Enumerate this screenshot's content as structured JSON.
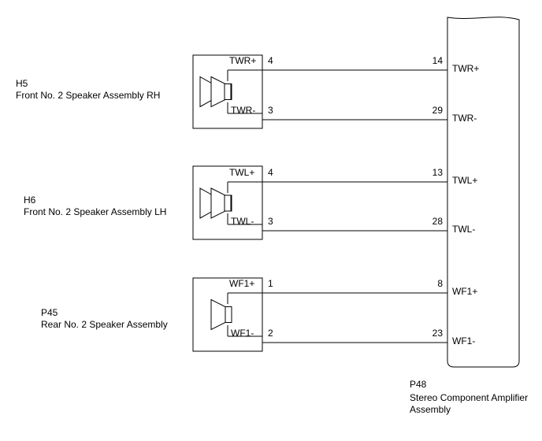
{
  "speakers": [
    {
      "code": "H5",
      "name": "Front No. 2 Speaker Assembly RH",
      "icon": "tweeter-speaker-pair-icon",
      "terminals": [
        {
          "label": "TWR+",
          "pin": "4",
          "amp_pin": "14",
          "amp_label": "TWR+"
        },
        {
          "label": "TWR-",
          "pin": "3",
          "amp_pin": "29",
          "amp_label": "TWR-"
        }
      ]
    },
    {
      "code": "H6",
      "name": "Front No. 2 Speaker Assembly LH",
      "icon": "tweeter-speaker-pair-icon",
      "terminals": [
        {
          "label": "TWL+",
          "pin": "4",
          "amp_pin": "13",
          "amp_label": "TWL+"
        },
        {
          "label": "TWL-",
          "pin": "3",
          "amp_pin": "28",
          "amp_label": "TWL-"
        }
      ]
    },
    {
      "code": "P45",
      "name": "Rear No. 2 Speaker Assembly",
      "icon": "speaker-icon",
      "terminals": [
        {
          "label": "WF1+",
          "pin": "1",
          "amp_pin": "8",
          "amp_label": "WF1+"
        },
        {
          "label": "WF1-",
          "pin": "2",
          "amp_pin": "23",
          "amp_label": "WF1-"
        }
      ]
    }
  ],
  "amplifier": {
    "code": "P48",
    "name_line1": "Stereo Component Amplifier",
    "name_line2": "Assembly"
  }
}
